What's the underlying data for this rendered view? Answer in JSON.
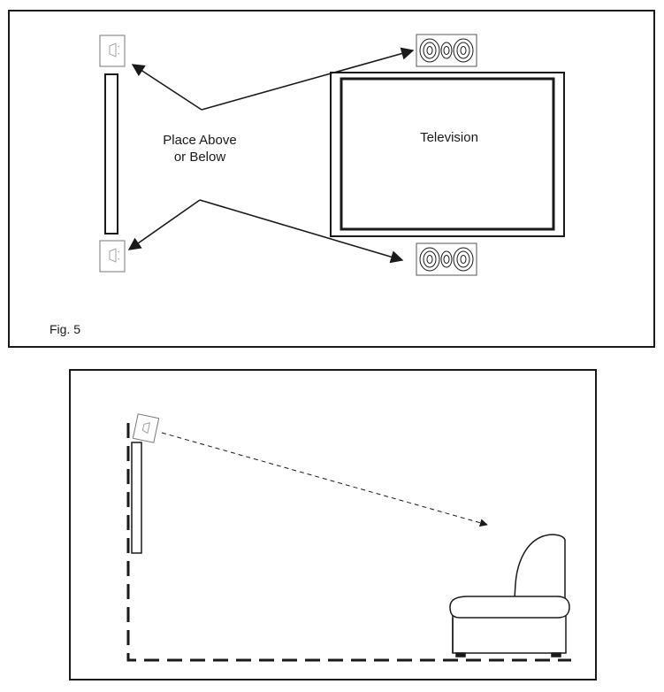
{
  "fig5": {
    "figure_label": "Fig. 5",
    "placement_label_line1": "Place Above",
    "placement_label_line2": "or Below",
    "tv_label": "Television"
  },
  "icons": {
    "surround_speaker": "surround-speaker-icon",
    "center_speaker": "center-channel-speaker-icon",
    "sofa": "sofa-icon"
  },
  "colors": {
    "line": "#1a1a1a",
    "speaker_outline": "#666666",
    "background": "#ffffff"
  }
}
